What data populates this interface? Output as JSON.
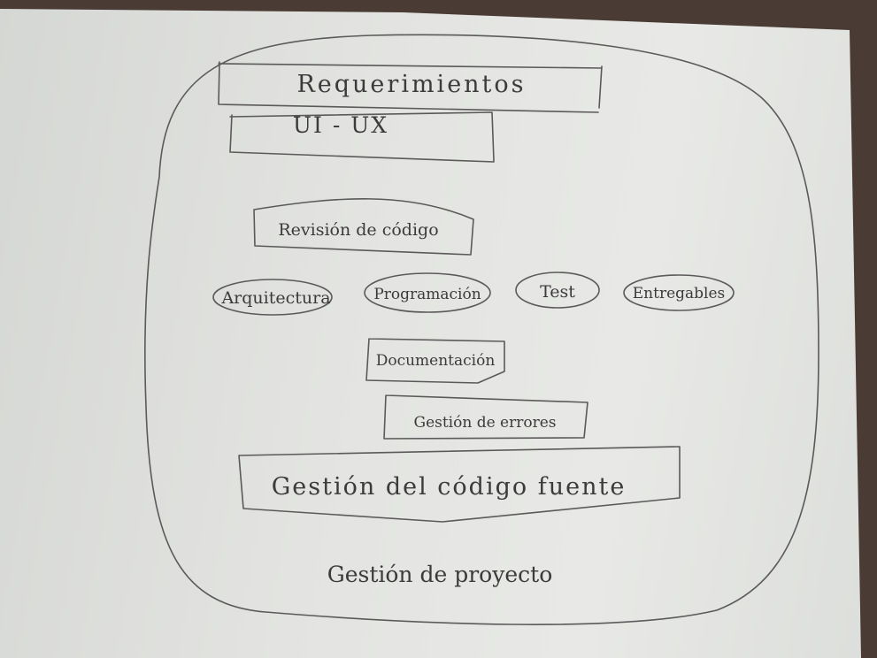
{
  "diagram": {
    "container_label": "Gestión de proyecto",
    "nodes": [
      {
        "id": "requerimientos",
        "label": "Requerimientos",
        "shape": "rectangle"
      },
      {
        "id": "ui-ux",
        "label": "UI - UX",
        "shape": "rectangle"
      },
      {
        "id": "revision",
        "label": "Revisión de código",
        "shape": "rectangle"
      },
      {
        "id": "arquitectura",
        "label": "Arquitectura",
        "shape": "ellipse"
      },
      {
        "id": "programacion",
        "label": "Programación",
        "shape": "ellipse"
      },
      {
        "id": "test",
        "label": "Test",
        "shape": "ellipse"
      },
      {
        "id": "entregables",
        "label": "Entregables",
        "shape": "ellipse"
      },
      {
        "id": "documentacion",
        "label": "Documentación",
        "shape": "rectangle"
      },
      {
        "id": "gestion-errores",
        "label": "Gestión de errores",
        "shape": "rectangle"
      },
      {
        "id": "gestion-codigo",
        "label": "Gestión del código fuente",
        "shape": "rectangle"
      }
    ]
  }
}
